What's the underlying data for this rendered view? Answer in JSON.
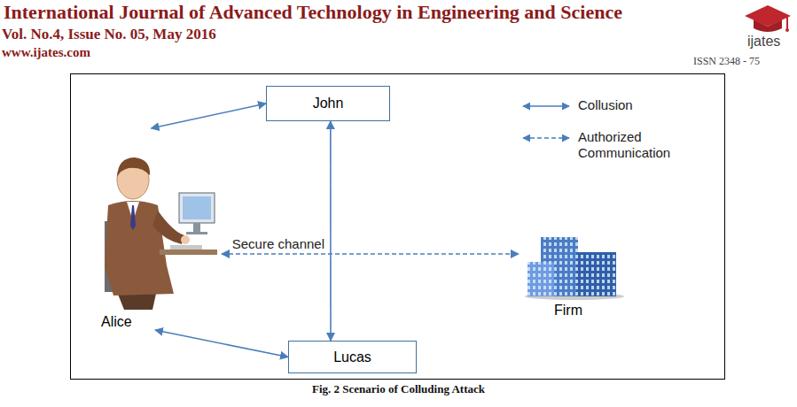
{
  "diagram": {
    "caption": "Fig. 2 Scenario of Colluding Attack",
    "nodes": [
      {
        "text": [
          "John"
        ]
      },
      {
        "text": [
          "Alice"
        ]
      },
      {
        "text": [
          "Firm"
        ]
      },
      {
        "text": [
          "Lucas"
        ]
      }
    ],
    "edges": [
      {
        "from": 1,
        "to": 0,
        "arrow": "both"
      },
      {
        "from": 0,
        "to": 3,
        "arrow": "both"
      },
      {
        "from": 1,
        "to": 2,
        "label": "Secure channel",
        "arrow": "both"
      },
      {
        "from": 1,
        "to": 3,
        "arrow": "both"
      }
    ],
    "labels": [
      "International Journal of Advanced Technology in Engineering and Science",
      "Vol. No.4, Issue No. 05, May 2016",
      "www.ijates.com",
      "ijates",
      "ISSN 2348 - 75"
    ],
    "legend": [
      {
        "text": "Collusion"
      },
      {
        "text": "Authorized Communication"
      }
    ]
  }
}
